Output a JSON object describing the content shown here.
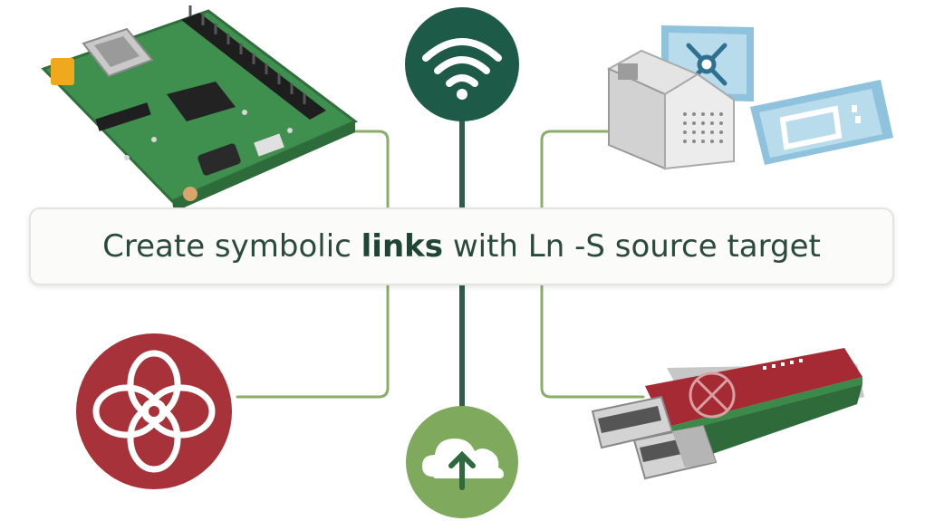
{
  "banner": {
    "pre": "Create symbolic ",
    "bold": "links",
    "post": " with Ln -S source target"
  },
  "icons": {
    "top_center": "wifi-icon",
    "bottom_center": "cloud-upload-icon",
    "bottom_left": "flower-emblem-icon",
    "top_right": "storage-module-icon",
    "bottom_right": "usb-card-icon",
    "top_left": "circuit-board-icon"
  },
  "colors": {
    "connector_light": "#8aae6a",
    "connector_dark": "#2e5d4b",
    "wifi_circle": "#1d5b48",
    "cloud_circle": "#7fa95c",
    "emblem_red": "#a8323a",
    "card_blue": "#8fc2dc",
    "board_green": "#3f8f4f",
    "banner_text": "#2a4a3e"
  }
}
